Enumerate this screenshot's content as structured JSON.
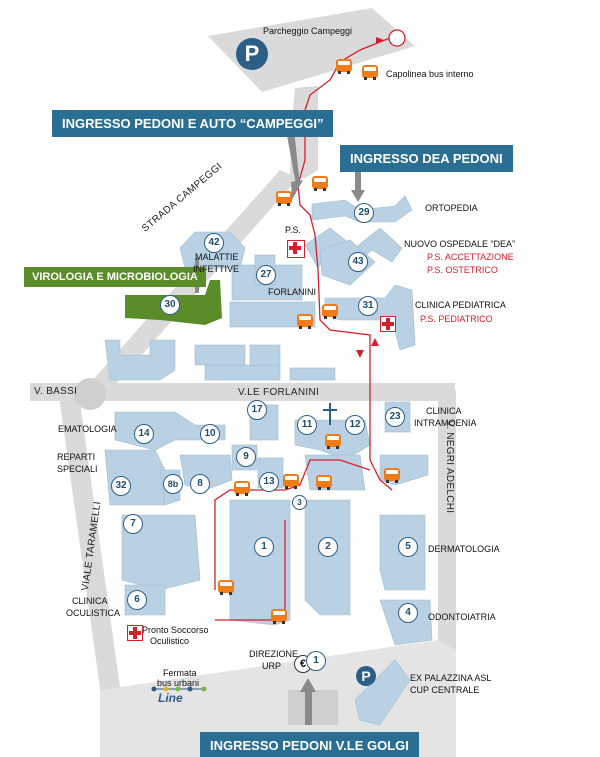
{
  "entrances": {
    "campeggi": "INGRESSO PEDONI E AUTO “CAMPEGGI”",
    "dea": "INGRESSO DEA PEDONI",
    "golgi": "INGRESSO PEDONI V.LE GOLGI"
  },
  "banner_green": "VIROLOGIA E MICROBIOLOGIA",
  "parking": {
    "top_label": "Parcheggio Campeggi",
    "symbol": "P"
  },
  "bus_terminal": "Capolinea bus interno",
  "streets": {
    "campeggi": "STRADA CAMPEGGI",
    "bassi": "V. BASSI",
    "forlanini_road": "V.LE FORLANINI",
    "negri": "V. NEGRI ADELCHI",
    "taramelli": "VIALE TARAMELLI"
  },
  "labels": {
    "ortopedia": "ORTOPEDIA",
    "dea": "NUOVO OSPEDALE “DEA”",
    "ps_acc": "P.S. ACCETTAZIONE",
    "ps_ost": "P.S. OSTETRICO",
    "ps": "P.S.",
    "malattie": "MALATTIE",
    "infettive": "INFETTIVE",
    "forlanini": "FORLANINI",
    "clinica_ped": "CLINICA PEDIATRICA",
    "ps_ped": "P.S. PEDIATRICO",
    "ematologia": "EMATOLOGIA",
    "reparti": "REPARTI",
    "speciali": "SPECIALI",
    "clinica": "CLINICA",
    "intramoenia": "INTRAMOENIA",
    "dermatologia": "DERMATOLOGIA",
    "odontoiatria": "ODONTOIATRIA",
    "clinica2": "CLINICA",
    "oculistica": "OCULISTICA",
    "pronto1": "Pronto Soccorso",
    "pronto2": "Oculistico",
    "direzione": "DIREZIONE",
    "urp": "URP",
    "ex1": "EX PALAZZINA ASL",
    "ex2": "CUP CENTRALE",
    "fermata1": "Fermata",
    "fermata2": "bus urbani",
    "line": "Line",
    "euro": "€"
  },
  "building_numbers": [
    "1",
    "2",
    "3",
    "4",
    "5",
    "6",
    "7",
    "8",
    "8b",
    "9",
    "10",
    "11",
    "12",
    "13",
    "14",
    "17",
    "23",
    "27",
    "29",
    "30",
    "31",
    "32",
    "42",
    "43"
  ],
  "colors": {
    "entrance_blue": "#2a6f93",
    "virology_green": "#5b8c2a",
    "building_fill": "#b9d1e2",
    "road_gray": "#d9d9d9",
    "bus_orange": "#ef7c17",
    "route_red": "#d3212d",
    "number_blue": "#2d5e86"
  }
}
